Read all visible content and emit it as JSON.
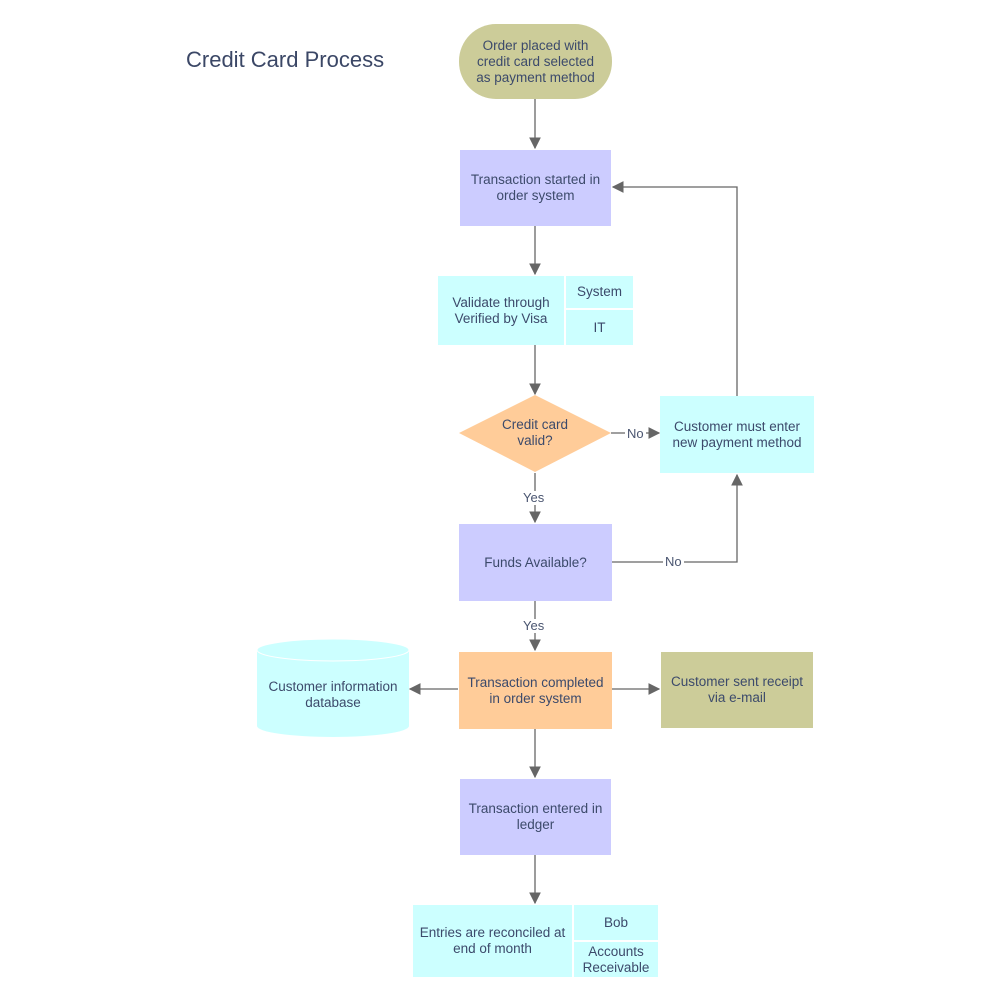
{
  "title": "Credit Card Process",
  "colors": {
    "process_purple": "#ccccff",
    "process_orange": "#ffcc99",
    "terminal_olive": "#cccc99",
    "light_cyan": "#ccffff",
    "connector": "#666666"
  },
  "nodes": {
    "start": "Order placed with\ncredit card selected\nas payment method",
    "transaction_started": "Transaction started in\norder system",
    "validate": {
      "text": "Validate through\nVerified by Visa",
      "cells": [
        "System",
        "IT"
      ]
    },
    "decision_valid": "Credit card\nvalid?",
    "new_payment": "Customer must enter\nnew payment method",
    "funds": "Funds Available?",
    "completed": "Transaction completed\nin order system",
    "database": "Customer information\ndatabase",
    "receipt": "Customer sent receipt\nvia e-mail",
    "ledger": "Transaction entered in\nledger",
    "reconcile": {
      "text": "Entries are reconciled at\nend of month",
      "cells": [
        "Bob",
        "Accounts\nReceivable"
      ]
    }
  },
  "connector_labels": {
    "valid_no": "No",
    "valid_yes": "Yes",
    "funds_no": "No",
    "funds_yes": "Yes"
  }
}
